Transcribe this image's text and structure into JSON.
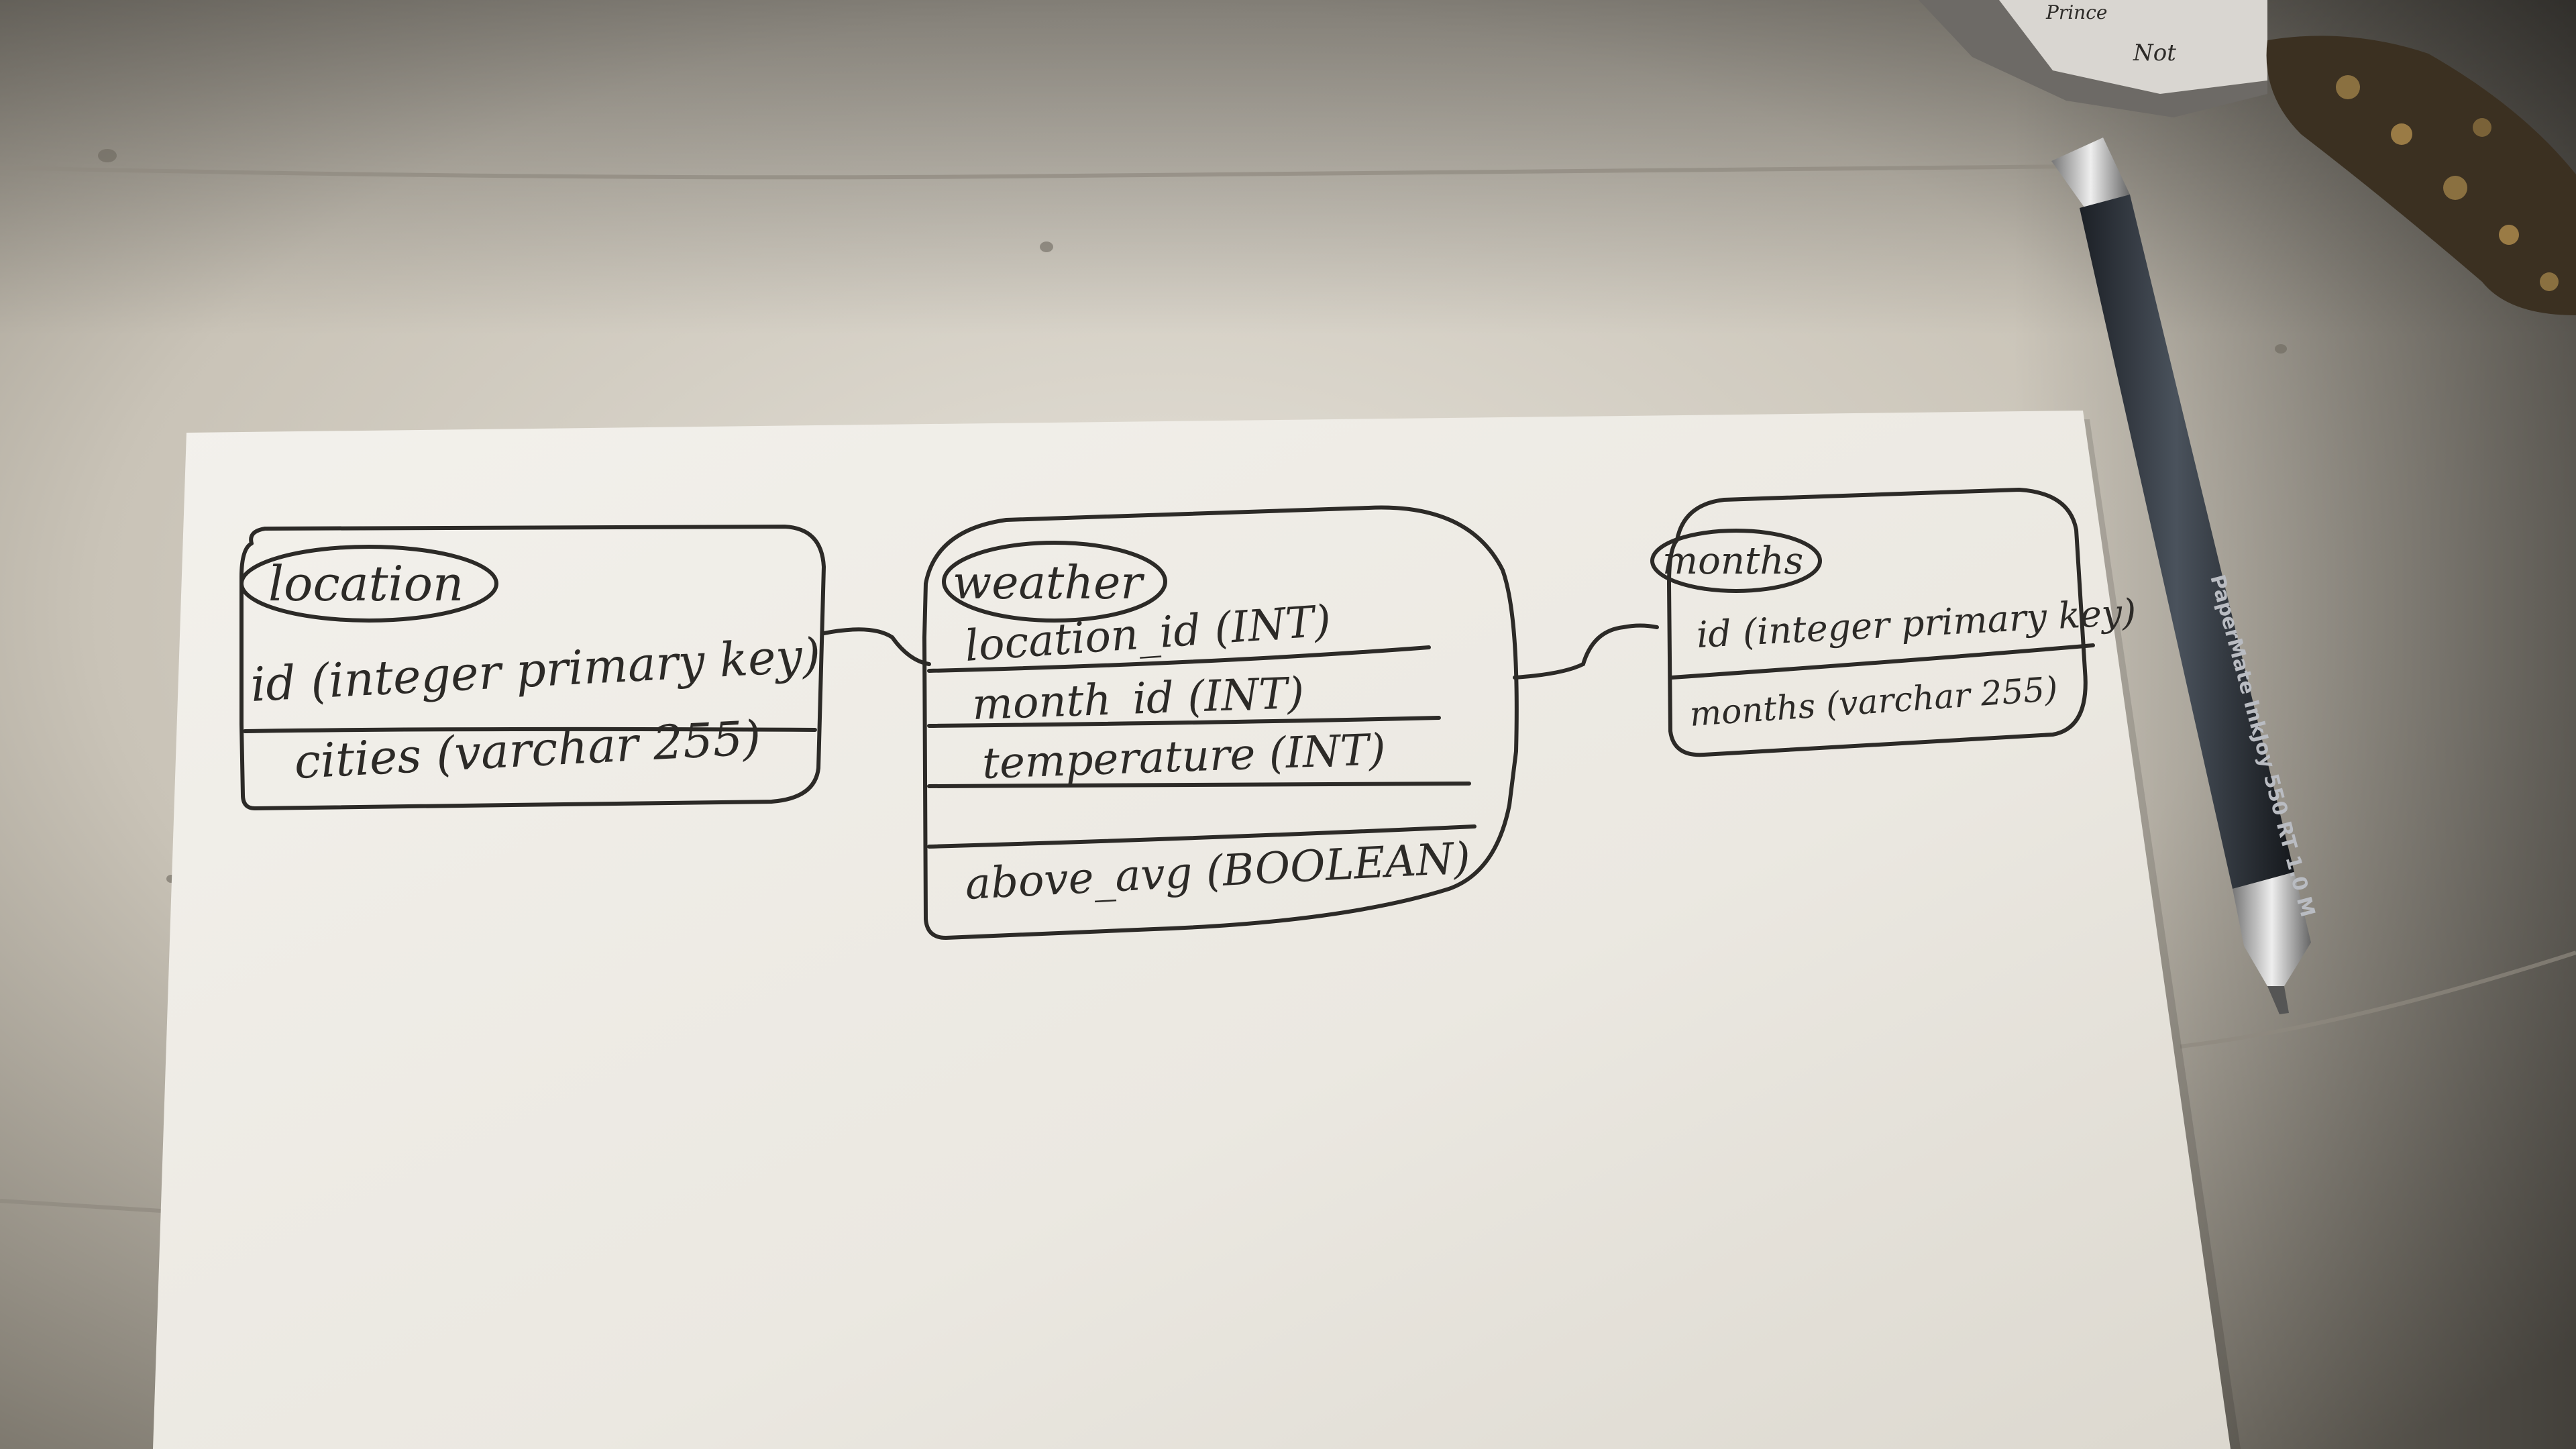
{
  "diagram": {
    "tables": [
      {
        "key": "location",
        "name": "location",
        "fields": [
          "id (integer primary key)",
          "cities (varchar 255)"
        ]
      },
      {
        "key": "weather",
        "name": "weather",
        "fields": [
          "location_id (INT)",
          "month_id (INT)",
          "temperature (INT)",
          "above_avg (BOOLEAN)"
        ]
      },
      {
        "key": "months",
        "name": "months",
        "fields": [
          "id (integer primary key)",
          "months (varchar 255)"
        ]
      }
    ],
    "relationships": [
      {
        "from": "location",
        "to": "weather"
      },
      {
        "from": "weather",
        "to": "months"
      }
    ]
  },
  "props": {
    "pen_print": "PaperMate InkJoy 550 RT 1.0 M",
    "package_text": [
      "Prince",
      "Not"
    ]
  },
  "colors": {
    "paper": "#eeebe4",
    "ink": "#2c2a27",
    "table_surface": "#d9d4c9",
    "pen_body": "#2b3036"
  }
}
